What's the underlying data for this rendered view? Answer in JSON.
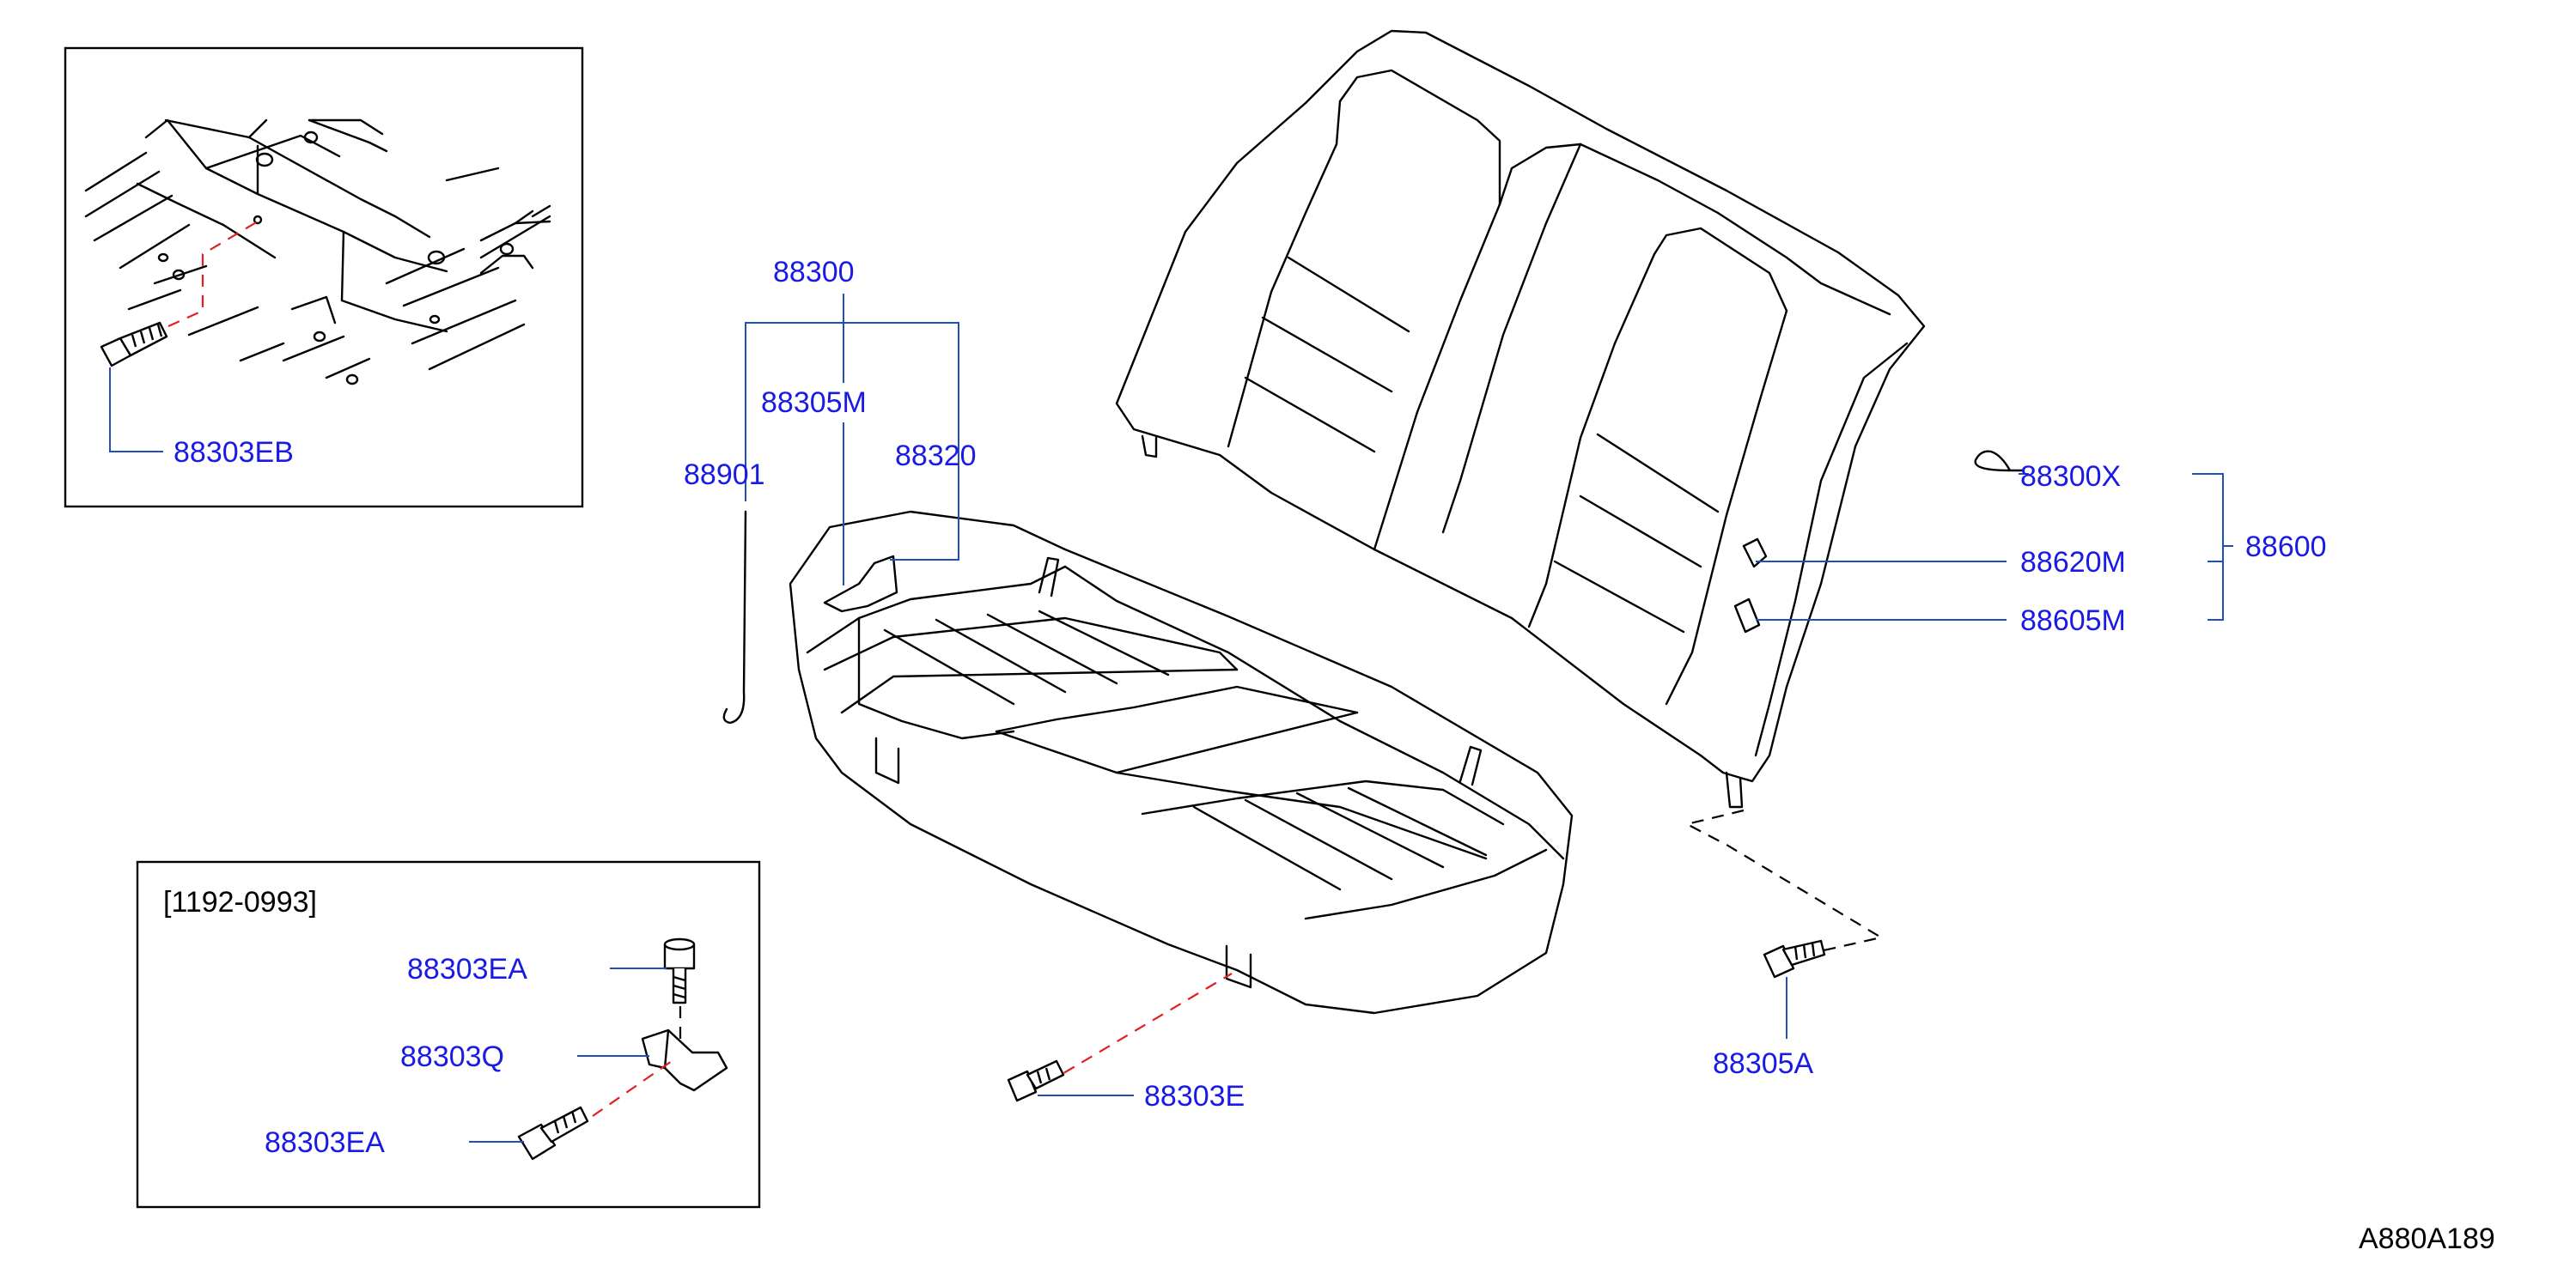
{
  "colors": {
    "label": "#1a1ae6",
    "leader": "#1f4fb8",
    "fastener_path": "#e02020",
    "line_art": "#000000"
  },
  "parts": {
    "p88300": "88300",
    "p88305M": "88305M",
    "p88320": "88320",
    "p88901": "88901",
    "p88300X": "88300X",
    "p88620M": "88620M",
    "p88605M": "88605M",
    "p88600": "88600",
    "p88303E": "88303E",
    "p88305A": "88305A"
  },
  "inset_top": {
    "p88303EB": "88303EB"
  },
  "inset_bottom": {
    "date_range": "[1192-0993]",
    "p88303EA_top": "88303EA",
    "p88303Q": "88303Q",
    "p88303EA_bottom": "88303EA"
  },
  "diagram_ref": "A880A189"
}
